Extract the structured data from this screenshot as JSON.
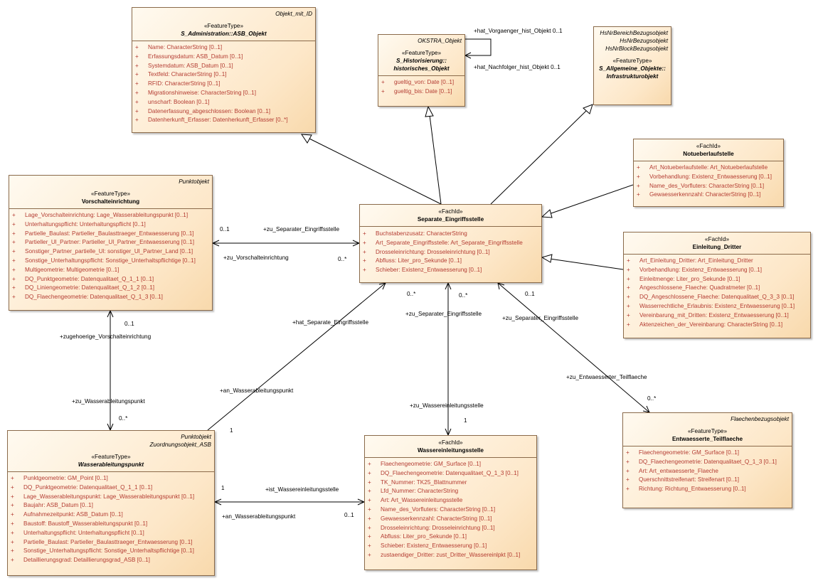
{
  "classes": {
    "objekt": {
      "top": [
        "Objekt_mit_ID"
      ],
      "stereotype": "«FeatureType»",
      "name": "S_Administration::ASB_Objekt",
      "attributes": [
        "Name: CharacterString [0..1]",
        "Erfassungsdatum: ASB_Datum [0..1]",
        "Systemdatum: ASB_Datum [0..1]",
        "Textfeld: CharacterString [0..1]",
        "RFID: CharacterString [0..1]",
        "Migrationshinweise: CharacterString [0..1]",
        "unscharf: Boolean [0..1]",
        "Datenerfassung_abgeschlossen: Boolean [0..1]",
        "Datenherkunft_Erfasser: Datenherkunft_Erfasser [0..*]"
      ]
    },
    "hist": {
      "top": [
        "OKSTRA_Objekt"
      ],
      "stereotype": "«FeatureType»",
      "name": "S_Historisierung::\nhistorisches_Objekt",
      "attributes": [
        "gueltig_von: Date [0..1]",
        "gueltig_bis: Date [0..1]"
      ]
    },
    "infra": {
      "top": [
        "HsNrBereichBezugsobjekt",
        "HsNrBezugsobjekt",
        "HsNrBlockBezugsobjekt"
      ],
      "stereotype": "«FeatureType»",
      "name": "S_Allgemeine_Objekte::\nInfrastrukturobjekt",
      "attributes": []
    },
    "notueber": {
      "top": [],
      "stereotype": "«FachId»",
      "name": "Notueberlaufstelle",
      "attributes": [
        "Art_Notueberlaufstelle: Art_Notueberlaufstelle",
        "Vorbehandlung: Existenz_Entwaesserung [0..1]",
        "Name_des_Vorfluters: CharacterString [0..1]",
        "Gewaesserkennzahl: CharacterString [0..1]"
      ]
    },
    "vorschalt": {
      "top": [
        "Punktobjekt"
      ],
      "stereotype": "«FeatureType»",
      "name": "Vorschalteinrichtung",
      "attributes": [
        "Lage_Vorschalteinrichtung: Lage_Wasserableitungspunkt [0..1]",
        "Unterhaltungspflicht: Unterhaltungspflicht [0..1]",
        "Partielle_Baulast: Partieller_Baulasttraeger_Entwaesserung [0..1]",
        "Partieller_Ul_Partner: Partieller_Ul_Partner_Entwaesserung [0..1]",
        "Sonstiger_Partner_partielle_Ul: sonstiger_Ul_Partner_Land [0..1]",
        "Sonstige_Unterhaltungspflicht: Sonstige_Unterhaltspflichtige [0..1]",
        "Multigeometrie: Multigeometrie [0..1]",
        "DQ_Punktgeometrie: Datenqualitaet_Q_1_1 [0..1]",
        "DQ_Liniengeometrie: Datenqualitaet_Q_1_2 [0..1]",
        "DQ_Flaechengeometrie: Datenqualitaet_Q_1_3 [0..1]"
      ]
    },
    "separate": {
      "top": [],
      "stereotype": "«FachId»",
      "name": "Separate_Eingriffsstelle",
      "attributes": [
        "Buchstabenzusatz: CharacterString",
        "Art_Separate_Eingriffsstelle: Art_Separate_Eingriffsstelle",
        "Drosseleinrichtung: Drosseleinrichtung [0..1]",
        "Abfluss: Liter_pro_Sekunde [0..1]",
        "Schieber: Existenz_Entwaesserung [0..1]"
      ]
    },
    "einleitung": {
      "top": [],
      "stereotype": "«FachId»",
      "name": "Einleitung_Dritter",
      "attributes": [
        "Art_Einleitung_Dritter: Art_Einleitung_Dritter",
        "Vorbehandlung: Existenz_Entwaesserung [0..1]",
        "Einleitmenge: Liter_pro_Sekunde [0..1]",
        "Angeschlossene_Flaeche: Quadratmeter [0..1]",
        "DQ_Angeschlossene_Flaeche: Datenqualitaet_Q_3_3 [0..1]",
        "Wasserrechtliche_Erlaubnis: Existenz_Entwaesserung [0..1]",
        "Vereinbarung_mit_Dritten: Existenz_Entwaesserung [0..1]",
        "Aktenzeichen_der_Vereinbarung: CharacterString [0..1]"
      ]
    },
    "wasserabl": {
      "top": [
        "Punktobjekt",
        "Zuordnungsobjekt_ASB"
      ],
      "stereotype": "«FeatureType»",
      "name": "Wasserableitungspunkt",
      "attributes": [
        "Punktgeometrie: GM_Point [0..1]",
        "DQ_Punktgeometrie: Datenqualitaet_Q_1_1 [0..1]",
        "Lage_Wasserableitungspunkt: Lage_Wasserableitungspunkt [0..1]",
        "Baujahr: ASB_Datum [0..1]",
        "Aufnahmezeitpunkt: ASB_Datum [0..1]",
        "Baustoff: Baustoff_Wasserableitungspunkt [0..1]",
        "Unterhaltungspflicht: Unterhaltungspflicht [0..1]",
        "Partielle_Baulast: Partieller_Baulasttraeger_Entwaesserung [0..1]",
        "Sonstige_Unterhaltungspflicht: Sonstige_Unterhaltspflichtige [0..1]",
        "Detaillierungsgrad: Detaillierungsgrad_ASB [0..1]"
      ]
    },
    "wassereinl": {
      "top": [],
      "stereotype": "«FachId»",
      "name": "Wassereinleitungsstelle",
      "attributes": [
        "Flaechengeometrie: GM_Surface [0..1]",
        "DQ_Flaechengeometrie: Datenqualitaet_Q_1_3 [0..1]",
        "TK_Nummer: TK25_Blattnummer",
        "Lfd_Nummer: CharacterString",
        "Art: Art_Wassereinleitungsstelle",
        "Name_des_Vorfluters: CharacterString [0..1]",
        "Gewaesserkennzahl: CharacterString [0..1]",
        "Drosseleinrichtung: Drosseleinrichtung [0..1]",
        "Abfluss: Liter_pro_Sekunde [0..1]",
        "Schieber: Existenz_Entwaesserung [0..1]",
        "zustaendiger_Dritter: zust_Dritter_Wassereinlpkt [0..1]"
      ]
    },
    "teilfl": {
      "top": [
        "Flaechenbezugsobjekt"
      ],
      "stereotype": "«FeatureType»",
      "name": "Entwaesserte_Teilflaeche",
      "attributes": [
        "Flaechengeometrie: GM_Surface [0..1]",
        "DQ_Flaechengeometrie: Datenqualitaet_Q_1_3 [0..1]",
        "Art: Art_entwaesserte_Flaeche",
        "Querschnittstreifenart: Streifenart [0..1]",
        "Richtung: Richtung_Entwaesserung [0..1]"
      ]
    }
  },
  "labels": {
    "l1": "+hat_Vorgaenger_hist_Objekt 0..1",
    "l2": "+hat_Nachfolger_hist_Objekt 0..1",
    "l3": "0..1",
    "l4": "+zu_Separater_Eingriffsstelle",
    "l5": "+zu_Vorschalteinrichtung",
    "l6": "0..*",
    "l7": "0..1",
    "l8": "+zugehoerige_Vorschalteinrichtung",
    "l9": "+zu_Wasserableitungspunkt",
    "l10": "0..*",
    "l11": "+hat_Separate_Eingriffsstelle",
    "l12": "0..*",
    "l13": "+an_Wasserableitungspunkt",
    "l14": "1",
    "l15": "0..*",
    "l16": "+zu_Separater_Eingriffsstelle",
    "l17": "+zu_Wassereinleitungsstelle",
    "l18": "1",
    "l19": "0..1",
    "l20": "+zu_Separater_Eingriffsstelle",
    "l21": "+zu_Entwaesserter_Teilflaeche",
    "l22": "0..*",
    "l23": "1",
    "l24": "+ist_Wassereinleitungsstelle",
    "l25": "+an_Wasserableitungspunkt",
    "l26": "0..1"
  }
}
